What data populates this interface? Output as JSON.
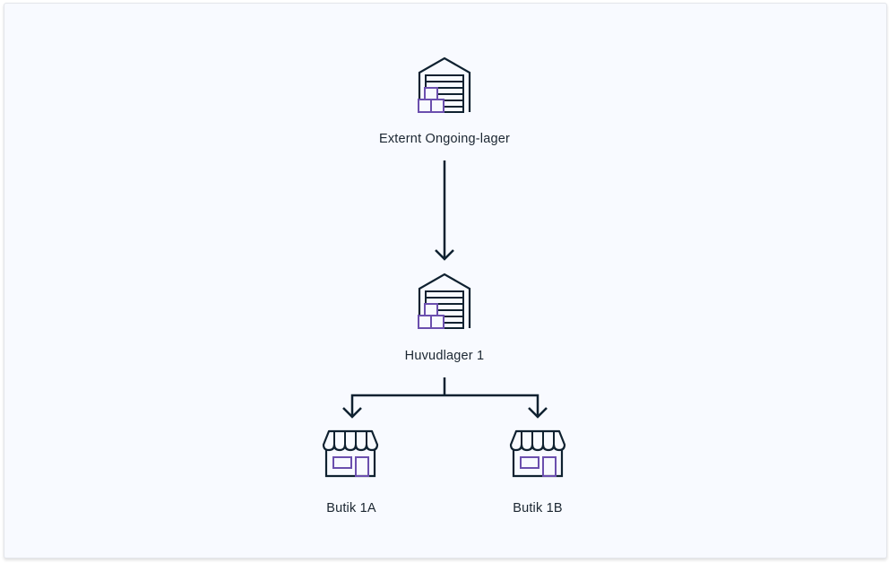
{
  "colors": {
    "stroke": "#0f2130",
    "accent": "#6b4fae",
    "background": "#f8faff"
  },
  "nodes": [
    {
      "id": "external",
      "label": "Externt Ongoing-lager",
      "icon": "warehouse-icon"
    },
    {
      "id": "main",
      "label": "Huvudlager 1",
      "icon": "warehouse-icon"
    },
    {
      "id": "store_a",
      "label": "Butik 1A",
      "icon": "store-icon"
    },
    {
      "id": "store_b",
      "label": "Butik 1B",
      "icon": "store-icon"
    }
  ],
  "edges": [
    {
      "from": "external",
      "to": "main"
    },
    {
      "from": "main",
      "to": "store_a"
    },
    {
      "from": "main",
      "to": "store_b"
    }
  ]
}
